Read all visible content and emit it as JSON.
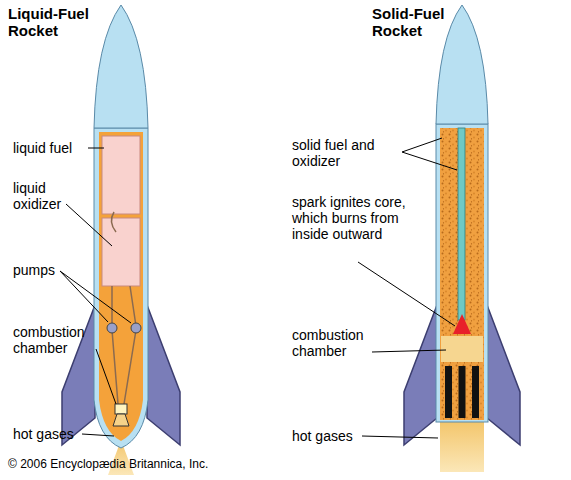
{
  "diagram": {
    "labels": [
      "Liquid-Fuel Rocket",
      "liquid fuel",
      "liquid oxidizer",
      "pumps",
      "combustion chamber",
      "hot gases",
      "Solid-Fuel Rocket",
      "solid fuel and oxidizer",
      "spark ignites core, which burns from inside outward",
      "combustion chamber",
      "hot gases",
      "© 2006 Encyclopædia Britannica, Inc."
    ]
  }
}
